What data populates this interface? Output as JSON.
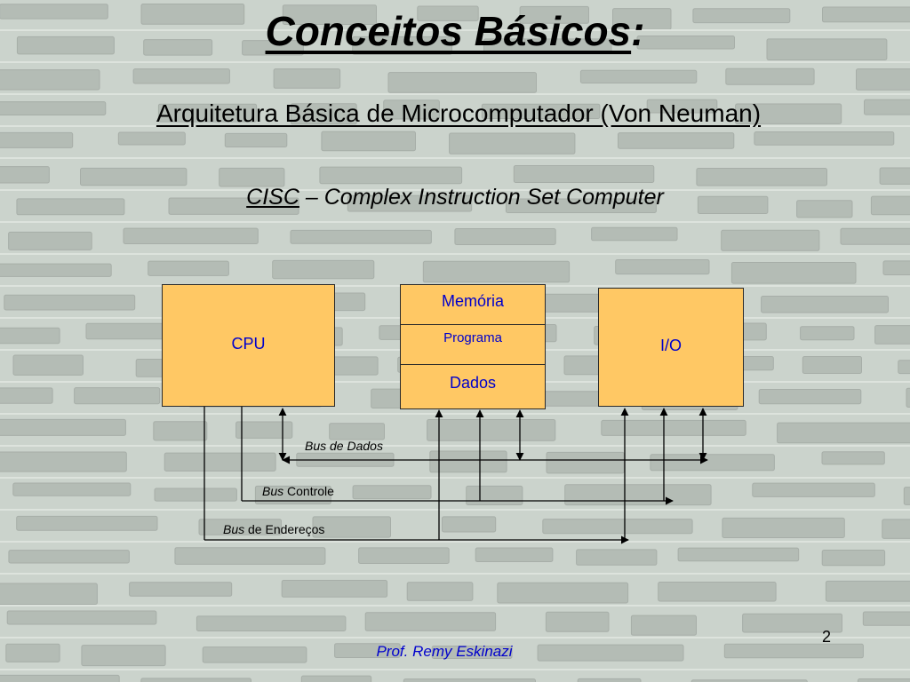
{
  "slide": {
    "title": "Conceitos Básicos",
    "title_suffix": ":",
    "subtitle": "Arquitetura Básica de Microcomputador (Von Neuman)",
    "cisc_abbr": "CISC",
    "cisc_rest": " – Complex Instruction Set Computer",
    "footer": "Prof. Remy Eskinazi",
    "page_number": "2"
  },
  "diagram": {
    "cpu_label": "CPU",
    "memory_label": "Memória",
    "program_label": "Programa",
    "data_label": "Dados",
    "io_label": "I/O",
    "buses": {
      "data_prefix": "Bus de Dados",
      "control_prefix": "Bus",
      "control_suffix": " Controle",
      "address_prefix": "Bus",
      "address_suffix": " de Endereços"
    }
  },
  "colors": {
    "box_fill": "#ffc864",
    "box_text": "#0000cc",
    "footer_text": "#0000cc",
    "background": "#c9d1cb"
  }
}
